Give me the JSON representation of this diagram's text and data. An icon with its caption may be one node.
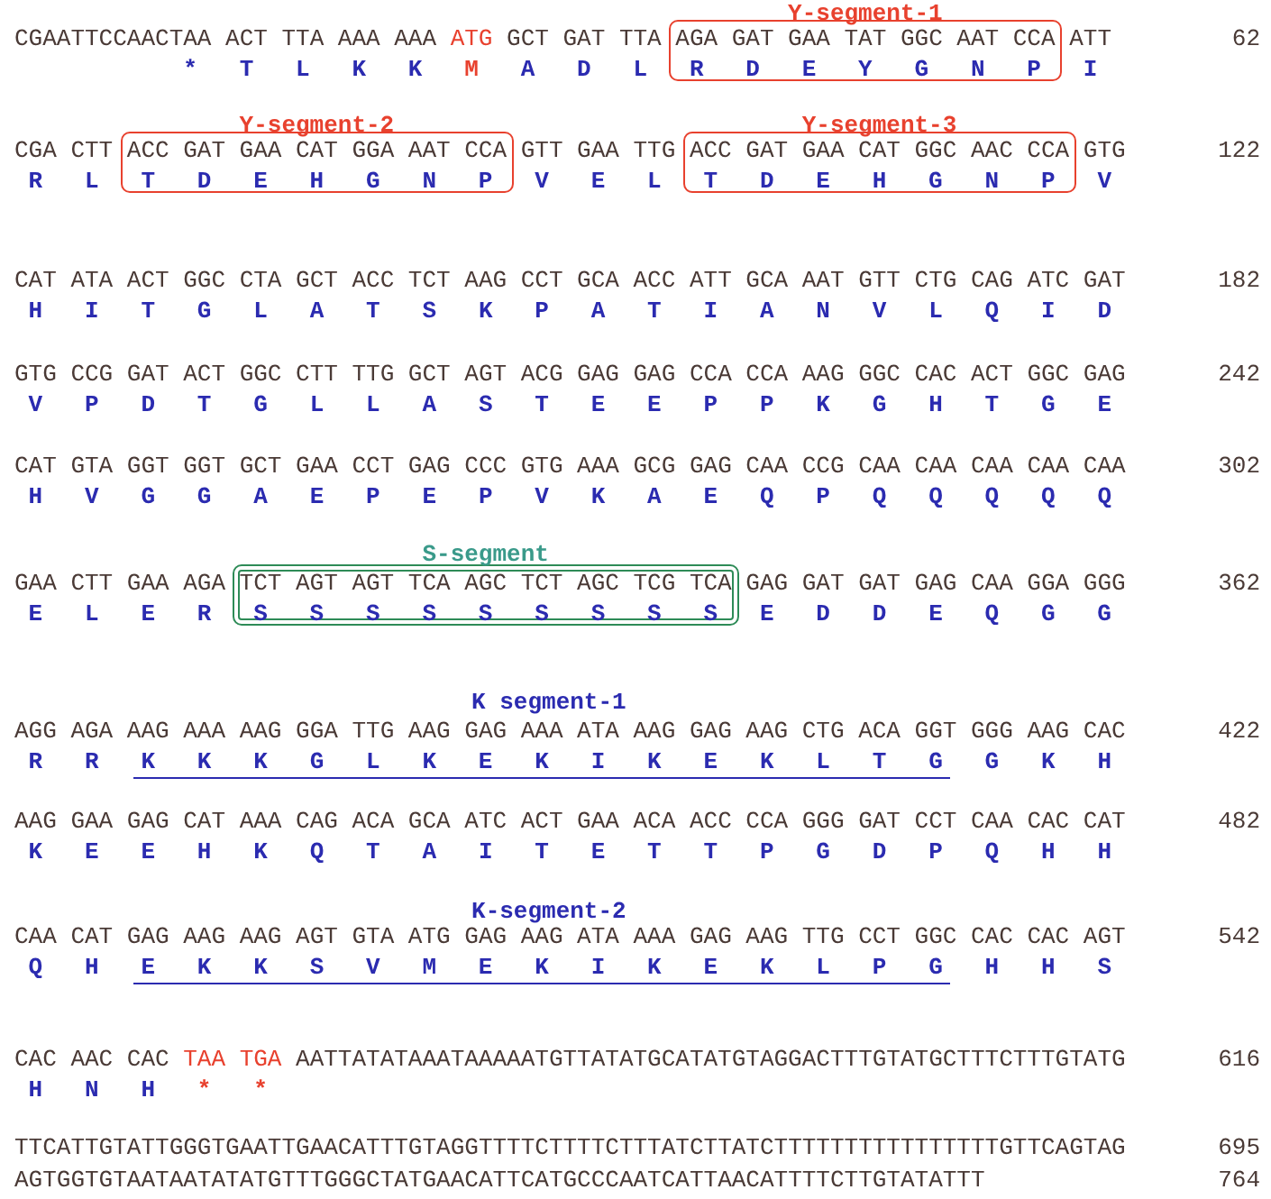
{
  "diagram": {
    "nodes": [
      {
        "text": [
          "Y-segment-1",
          "AGA GAT GAA TAT GGC AAT CCA",
          "R D E Y G N P"
        ]
      },
      {
        "text": [
          "Y-segment-2",
          "ACC GAT GAA CAT GGA AAT CCA",
          "T D E H G N P"
        ]
      },
      {
        "text": [
          "Y-segment-3",
          "ACC GAT GAA CAT GGC AAC CCA",
          "T D E H G N P"
        ]
      },
      {
        "text": [
          "S-segment",
          "TCT AGT AGT TCA AGC TCT AGC TCG TCA",
          "S S S S S S S S S"
        ]
      },
      {
        "text": [
          "K segment-1",
          "K K K G L K E K I K E K L T G"
        ]
      },
      {
        "text": [
          "K-segment-2",
          "E K K S V M E K I K E K L P G"
        ]
      }
    ],
    "labels": [
      "CGAATTCCAACTAA ACT TTA AAA AAA",
      "ATG",
      "GCT GAT TTA",
      "ATT",
      "62",
      "* T L K K",
      "M",
      "A D L",
      "I",
      "CGA CTT",
      "GTT GAA TTG",
      "GTG",
      "122",
      "R L",
      "V E L",
      "V",
      "CAT ATA ACT GGC CTA GCT ACC TCT AAG CCT GCA ACC ATT GCA AAT GTT CTG CAG ATC GAT",
      "182",
      "H I T G L A T S K P A T I A N V L Q I D",
      "GTG CCG GAT ACT GGC CTT TTG GCT AGT ACG GAG GAG CCA CCA AAG GGC CAC ACT GGC GAG",
      "242",
      "V P D T G L L A S T E E P P K G H T G E",
      "CAT GTA GGT GGT GCT GAA CCT GAG CCC GTG AAA GCG GAG CAA CCG CAA CAA CAA CAA CAA",
      "302",
      "H V G G A E P E P V K A E Q P Q Q Q Q Q",
      "GAA CTT GAA AGA",
      "GAG GAT GAT GAG CAA GGA GGG",
      "362",
      "E L E R",
      "E D D E Q G G",
      "AGG AGA AAG AAA AAG GGA TTG AAG GAG AAA ATA AAG GAG AAG CTG ACA GGT GGG AAG CAC",
      "422",
      "R R",
      "G K H",
      "AAG GAA GAG CAT AAA CAG ACA GCA ATC ACT GAA ACA ACC CCA GGG GAT CCT CAA CAC CAT",
      "482",
      "K E E H K Q T A I T E T T P G D P Q H H",
      "CAA CAT GAG AAG AAG AGT GTA ATG GAG AAG ATA AAA GAG AAG TTG CCT GGC CAC CAC AGT",
      "542",
      "Q H",
      "H H S",
      "CAC AAC CAC",
      "TAA TGA",
      "AATTATATAAATAAAAATGTTATATGCATATGTAGGACTTTGTATGCTTTCTTTGTATG",
      "616",
      "H N H",
      "* *",
      "TTCATTGTATTGGGTGAATTGAACATTTGTAGGTTTTCTTTTCTTTATCTTATCTTTTTTTTTTTTTTTTGTTCAGTAG",
      "695",
      "AGTGGTGTAATAATATATGTTTGGGCTATGAACATTCATGCCCAATCATTAACATTTTCTTGTATATTT",
      "764"
    ]
  }
}
